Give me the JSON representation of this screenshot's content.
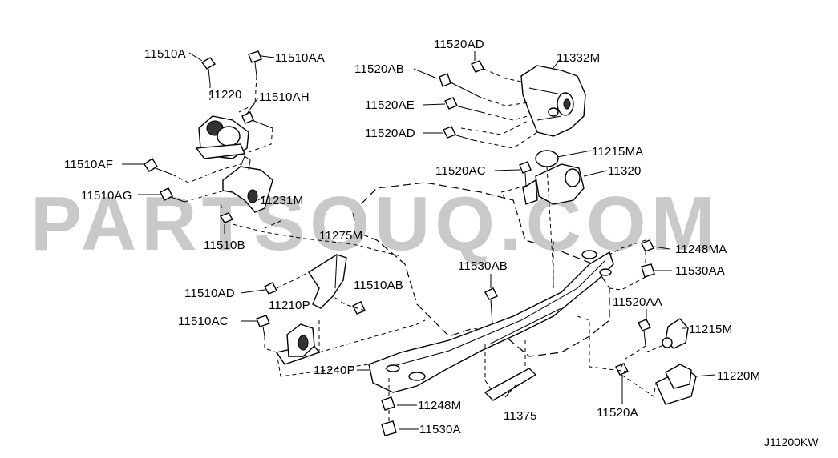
{
  "watermark": "PARTSOUQ.COM",
  "diagram_code": "J11200KW",
  "labels": [
    {
      "id": "11510A",
      "text": "11510A"
    },
    {
      "id": "11510AA",
      "text": "11510AA"
    },
    {
      "id": "11220",
      "text": "11220"
    },
    {
      "id": "11510AH",
      "text": "11510AH"
    },
    {
      "id": "11510AF",
      "text": "11510AF"
    },
    {
      "id": "11510AG",
      "text": "11510AG"
    },
    {
      "id": "11231M",
      "text": "11231M"
    },
    {
      "id": "11510B",
      "text": "11510B"
    },
    {
      "id": "11275M",
      "text": "11275M"
    },
    {
      "id": "11510AD",
      "text": "11510AD"
    },
    {
      "id": "11510AB",
      "text": "11510AB"
    },
    {
      "id": "11210P",
      "text": "11210P"
    },
    {
      "id": "11510AC",
      "text": "11510AC"
    },
    {
      "id": "11240P",
      "text": "11240P"
    },
    {
      "id": "11248M",
      "text": "11248M"
    },
    {
      "id": "11530A",
      "text": "11530A"
    },
    {
      "id": "11375",
      "text": "11375"
    },
    {
      "id": "11530AB",
      "text": "11530AB"
    },
    {
      "id": "11520AD_top",
      "text": "11520AD"
    },
    {
      "id": "11520AB",
      "text": "11520AB"
    },
    {
      "id": "11520AE",
      "text": "11520AE"
    },
    {
      "id": "11520AD_mid",
      "text": "11520AD"
    },
    {
      "id": "11332M",
      "text": "11332M"
    },
    {
      "id": "11215MA",
      "text": "11215MA"
    },
    {
      "id": "11520AC",
      "text": "11520AC"
    },
    {
      "id": "11320",
      "text": "11320"
    },
    {
      "id": "11248MA",
      "text": "11248MA"
    },
    {
      "id": "11530AA",
      "text": "11530AA"
    },
    {
      "id": "11520AA",
      "text": "11520AA"
    },
    {
      "id": "11215M",
      "text": "11215M"
    },
    {
      "id": "11220M",
      "text": "11220M"
    },
    {
      "id": "11520A",
      "text": "11520A"
    }
  ]
}
